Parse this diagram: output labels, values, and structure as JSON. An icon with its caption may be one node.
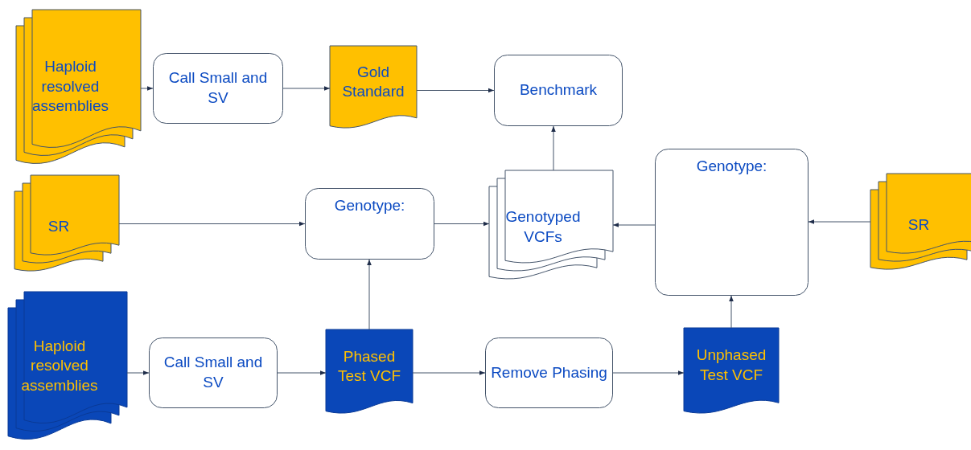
{
  "diagram": {
    "nodes": [
      {
        "text": [
          "Haploid resolved assemblies"
        ]
      },
      {
        "text": [
          "Call Small and SV"
        ]
      },
      {
        "text": [
          "Gold Standard"
        ]
      },
      {
        "text": [
          "Benchmark"
        ]
      },
      {
        "text": [
          "SR"
        ]
      },
      {
        "text": [
          "Genotype:"
        ]
      },
      {
        "text": [
          "Genotyped VCFs"
        ]
      },
      {
        "text": [
          "Genotype:"
        ]
      },
      {
        "text": [
          "SR"
        ]
      },
      {
        "text": [
          "Haploid resolved assemblies"
        ]
      },
      {
        "text": [
          "Call Small and SV"
        ]
      },
      {
        "text": [
          "Phased Test VCF"
        ]
      },
      {
        "text": [
          "Remove Phasing"
        ]
      },
      {
        "text": [
          "Unphased Test VCF"
        ]
      }
    ],
    "edges": [
      {
        "from": 0,
        "to": 1,
        "arrow": "to"
      },
      {
        "from": 1,
        "to": 2,
        "arrow": "to"
      },
      {
        "from": 2,
        "to": 3,
        "arrow": "to"
      },
      {
        "from": 6,
        "to": 3,
        "arrow": "to"
      },
      {
        "from": 4,
        "to": 5,
        "arrow": "to"
      },
      {
        "from": 5,
        "to": 6,
        "arrow": "to"
      },
      {
        "from": 7,
        "to": 6,
        "arrow": "to"
      },
      {
        "from": 8,
        "to": 7,
        "arrow": "to"
      },
      {
        "from": 9,
        "to": 10,
        "arrow": "to"
      },
      {
        "from": 10,
        "to": 11,
        "arrow": "to"
      },
      {
        "from": 11,
        "to": 5,
        "arrow": "to"
      },
      {
        "from": 11,
        "to": 12,
        "arrow": "to"
      },
      {
        "from": 12,
        "to": 13,
        "arrow": "to"
      },
      {
        "from": 13,
        "to": 7,
        "arrow": "to"
      }
    ]
  }
}
